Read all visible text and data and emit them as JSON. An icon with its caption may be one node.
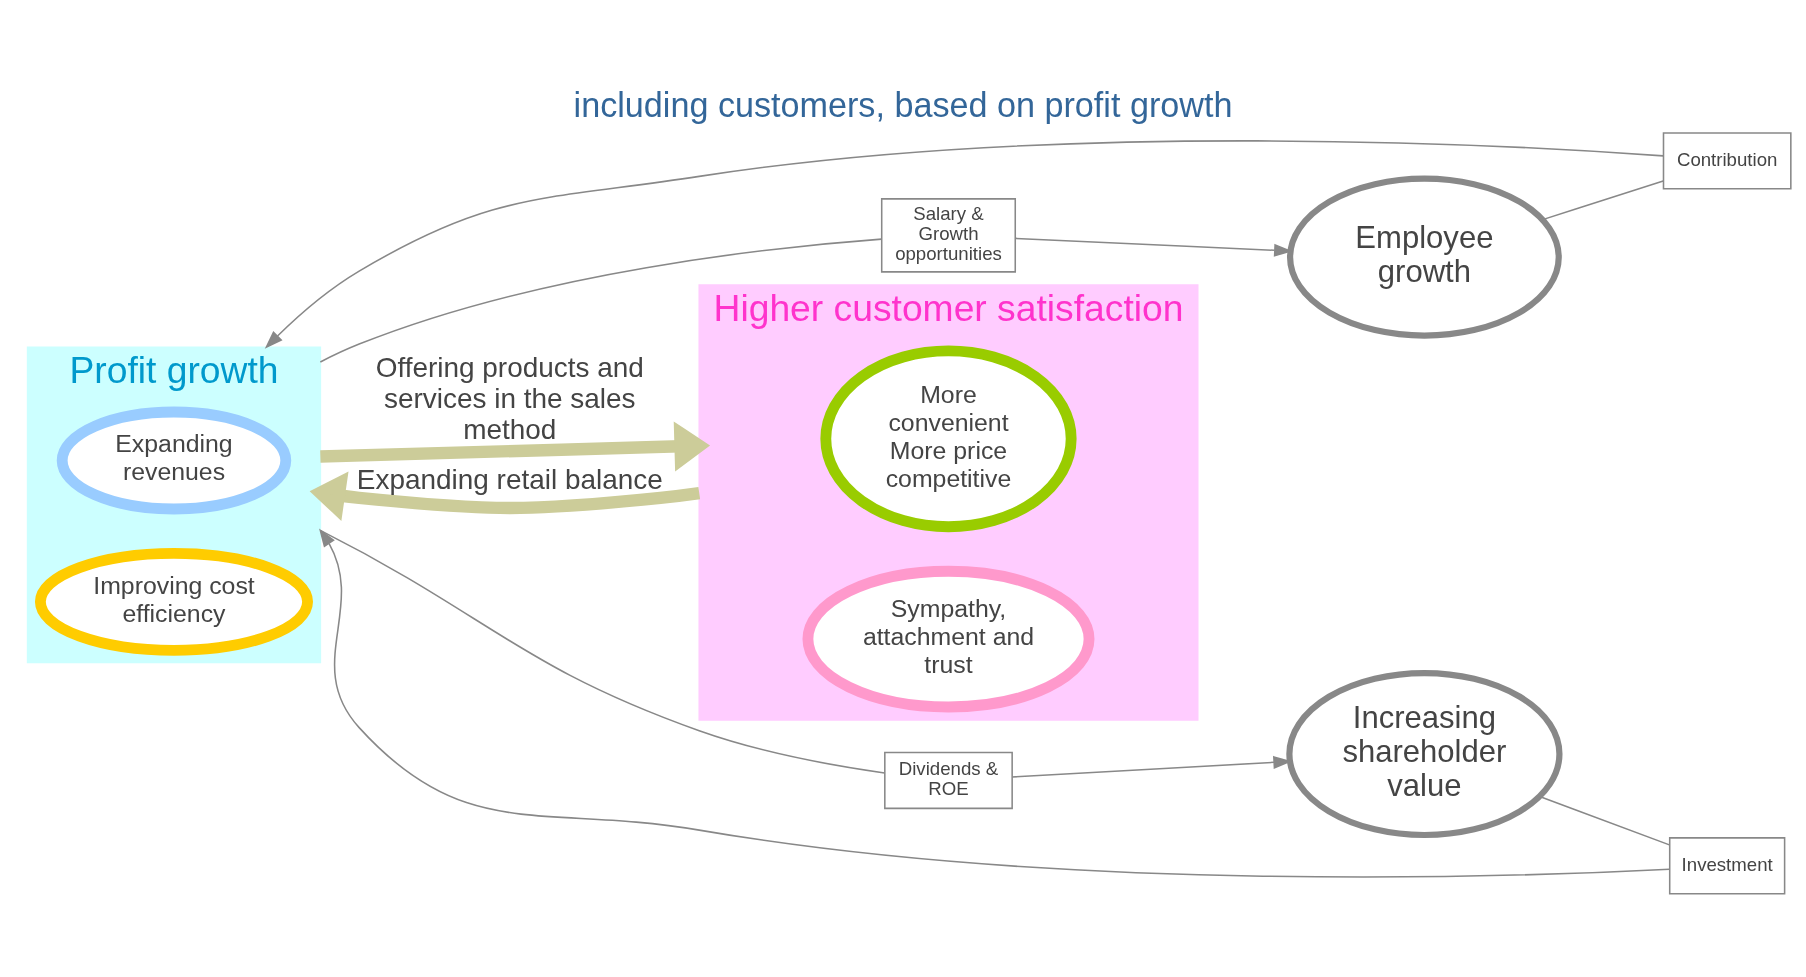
{
  "diagram": {
    "title": "including customers, based on profit growth",
    "nodes": [
      {
        "text": [
          "Employee growth"
        ]
      },
      {
        "text": [
          "Salary & Growth opportunities"
        ]
      },
      {
        "text": [
          "Contribution"
        ]
      },
      {
        "text": [
          "Profit growth"
        ]
      },
      {
        "text": [
          "Expanding revenues"
        ],
        "in": 3
      },
      {
        "text": [
          "Improving cost efficiency"
        ],
        "in": 3
      },
      {
        "text": [
          "Higher customer satisfaction"
        ]
      },
      {
        "text": [
          "More convenient More price competitive"
        ],
        "in": 6
      },
      {
        "text": [
          "Sympathy, attachment and trust"
        ],
        "in": 6
      },
      {
        "text": [
          "Investment"
        ]
      },
      {
        "text": [
          "Dividends & ROE"
        ]
      },
      {
        "text": [
          "Increasing shareholder value"
        ]
      }
    ],
    "edges": [
      {
        "from": 0,
        "to": 2,
        "arrow": "none"
      },
      {
        "from": 2,
        "to": 3,
        "arrow": "to"
      },
      {
        "from": 3,
        "to": 1,
        "arrow": "none"
      },
      {
        "from": 1,
        "to": 0,
        "arrow": "to"
      },
      {
        "from": 11,
        "to": 9,
        "arrow": "none"
      },
      {
        "from": 9,
        "to": 3,
        "arrow": "to"
      },
      {
        "from": 3,
        "to": 10,
        "arrow": "none"
      },
      {
        "from": 10,
        "to": 11,
        "arrow": "to"
      },
      {
        "from": 3,
        "to": 6,
        "arrow": "to",
        "label": "Offering products and services in the sales method",
        "style": "thick",
        "color": "#cccc99"
      },
      {
        "from": 6,
        "to": 3,
        "arrow": "to",
        "label": "Expanding retail balance",
        "style": "thick",
        "color": "#cccc99"
      }
    ]
  }
}
